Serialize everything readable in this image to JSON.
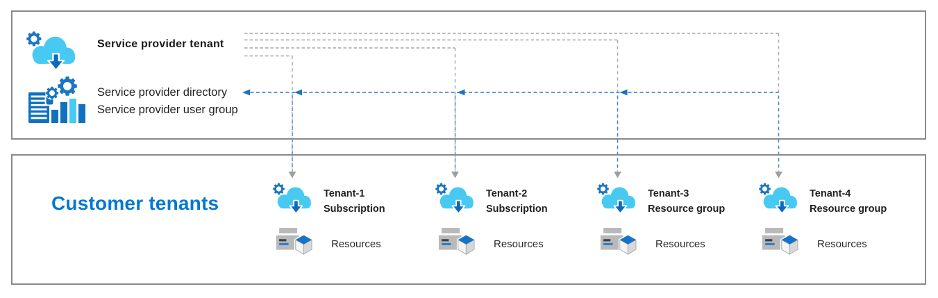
{
  "provider": {
    "title": "Service provider tenant",
    "directory_label": "Service provider directory",
    "user_group_label": "Service provider user group"
  },
  "customers": {
    "title": "Customer tenants",
    "tenants": [
      {
        "name": "Tenant-1",
        "scope": "Subscription",
        "resources_label": "Resources"
      },
      {
        "name": "Tenant-2",
        "scope": "Subscription",
        "resources_label": "Resources"
      },
      {
        "name": "Tenant-3",
        "scope": "Resource group",
        "resources_label": "Resources"
      },
      {
        "name": "Tenant-4",
        "scope": "Resource group",
        "resources_label": "Resources"
      }
    ]
  },
  "colors": {
    "accent_blue": "#0078d4",
    "cloud_light_blue": "#47c9f2",
    "icon_dark_blue": "#1270c0",
    "arrow_blue": "#0b6abe",
    "dashed_gray": "#a6a6a6",
    "dashed_blue": "#2578c4",
    "box_border_gray": "#8a8a8a",
    "resource_gray": "#b9b9b9"
  }
}
